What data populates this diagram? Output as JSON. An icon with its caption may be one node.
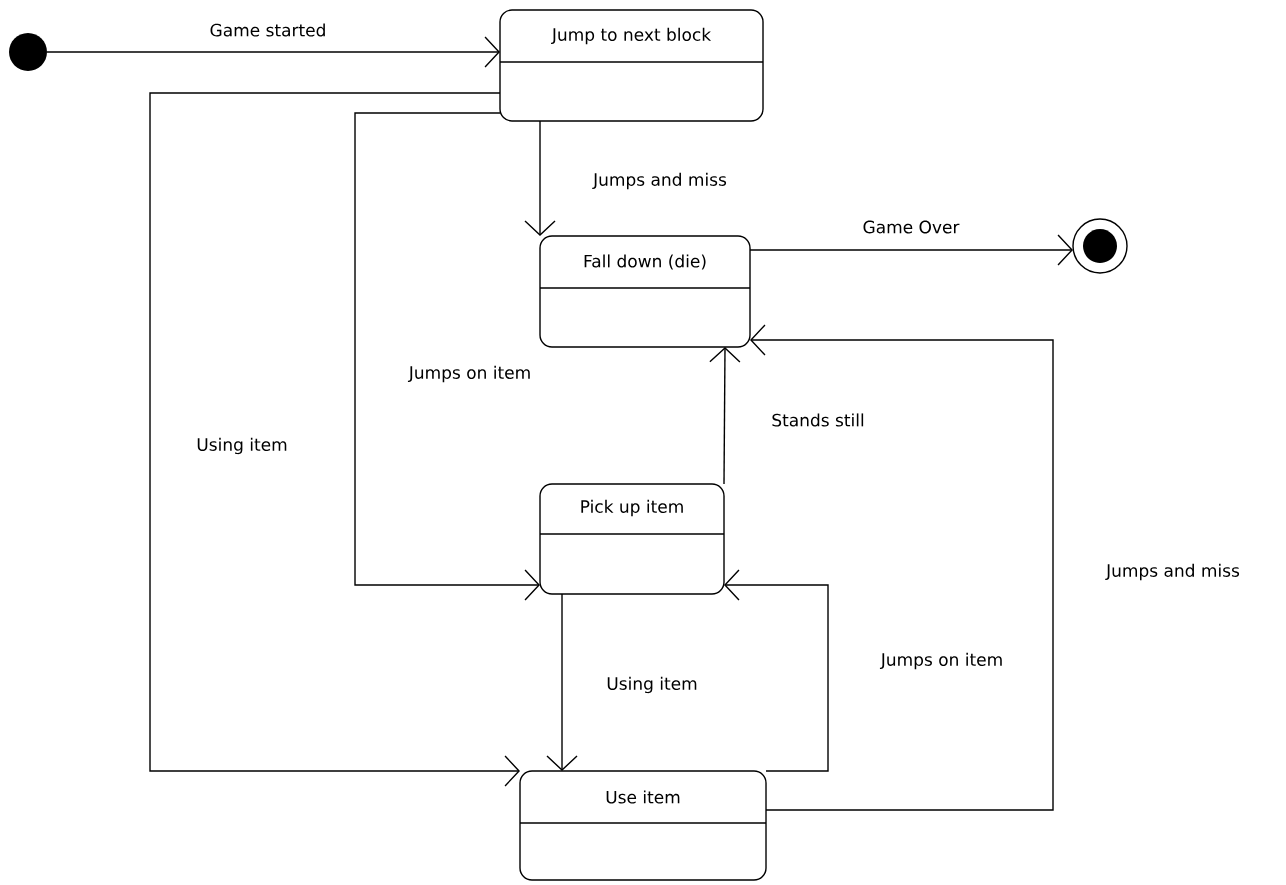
{
  "diagram": {
    "nodes": [
      {
        "text": [],
        "shape": "circle"
      },
      {
        "text": [
          "Jump to next block"
        ]
      },
      {
        "text": [
          "Fall down (die)"
        ]
      },
      {
        "text": [],
        "shape": "circle"
      },
      {
        "text": [
          "Pick up item"
        ]
      },
      {
        "text": [
          "Use item"
        ]
      }
    ],
    "edges": [
      {
        "from": 0,
        "to": 1,
        "arrow": "to",
        "label": "Game started"
      },
      {
        "from": 1,
        "to": 2,
        "arrow": "to",
        "label": "Jumps and miss"
      },
      {
        "from": 2,
        "to": 3,
        "arrow": "to",
        "label": "Game Over"
      },
      {
        "from": 1,
        "to": 5,
        "arrow": "to",
        "label": "Using item"
      },
      {
        "from": 1,
        "to": 4,
        "arrow": "to",
        "label": "Jumps on item"
      },
      {
        "from": 4,
        "to": 2,
        "arrow": "to",
        "label": "Stands still"
      },
      {
        "from": 4,
        "to": 5,
        "arrow": "to",
        "label": "Using item"
      },
      {
        "from": 5,
        "to": 4,
        "arrow": "to",
        "label": "Jumps on item"
      },
      {
        "from": 5,
        "to": 2,
        "arrow": "to",
        "label": "Jumps and miss"
      }
    ]
  }
}
